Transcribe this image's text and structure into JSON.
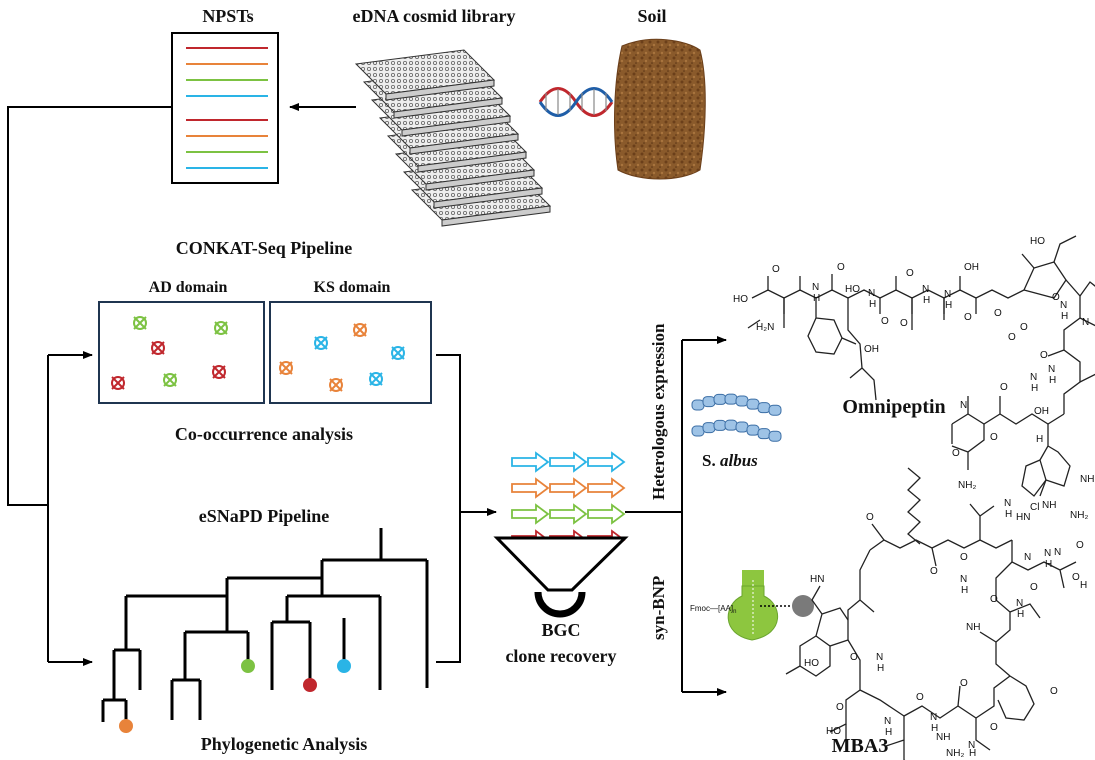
{
  "labels": {
    "npsts": "NPSTs",
    "library": "eDNA cosmid library",
    "soil": "Soil",
    "conkat": "CONKAT-Seq Pipeline",
    "ad_domain": "AD domain",
    "ks_domain": "KS domain",
    "cooccurrence": "Co-occurrence analysis",
    "esnapd": "eSNaPD Pipeline",
    "phylo": "Phylogenetic Analysis",
    "bgc_line1": "BGC",
    "bgc_line2": "clone recovery",
    "heterologous": "Heterologous expression",
    "synbnp": "syn-BNP",
    "host_prefix": "S.",
    "host_italic": "albus",
    "omnipeptin": "Omnipeptin",
    "mba3": "MBA3",
    "fmoc": "Fmoc—[AA]",
    "fmoc_sub": "n"
  },
  "colors": {
    "red": "#c0272d",
    "orange": "#e8833a",
    "green": "#7cc242",
    "blue": "#2ab4e6",
    "box_border": "#1f3550",
    "soil": "#8a5a2b",
    "bead": "#7a7a7a",
    "cell": "#9ec3e6"
  },
  "npst_lines": [
    "red",
    "orange",
    "green",
    "blue",
    "red",
    "orange",
    "green",
    "blue"
  ],
  "ad_markers": [
    "green",
    "green",
    "red",
    "red",
    "green",
    "red"
  ],
  "ks_markers": [
    "orange",
    "blue",
    "blue",
    "orange",
    "orange",
    "blue"
  ],
  "bgc_rows": [
    "blue",
    "orange",
    "green",
    "red"
  ],
  "tree_tips": [
    "orange",
    "green",
    "red",
    "blue"
  ],
  "omnipeptin_atoms": [
    "HO",
    "O",
    "H₂N",
    "N",
    "H",
    "O",
    "HO",
    "N",
    "H",
    "O",
    "OH",
    "O",
    "N",
    "H",
    "O",
    "N",
    "H",
    "OH",
    "O",
    "O",
    "OH",
    "O",
    "O",
    "N",
    "H",
    "O",
    "N",
    "H",
    "NH",
    "O",
    "NH₂",
    "O",
    "HO",
    "O",
    "N",
    "N",
    "H",
    "O",
    "N",
    "H",
    "O",
    "NH",
    "Cl"
  ],
  "mba3_atoms": [
    "O",
    "O",
    "N",
    "H",
    "O",
    "H",
    "N",
    "N",
    "H",
    "HN",
    "O",
    "O",
    "N",
    "H",
    "NH",
    "HO",
    "O",
    "N",
    "H",
    "O",
    "HO",
    "O",
    "N",
    "H",
    "O",
    "O",
    "N",
    "H",
    "O",
    "N",
    "H",
    "N",
    "H",
    "N",
    "O",
    "NH",
    "HN",
    "NH₂",
    "NH",
    "NH₂"
  ]
}
